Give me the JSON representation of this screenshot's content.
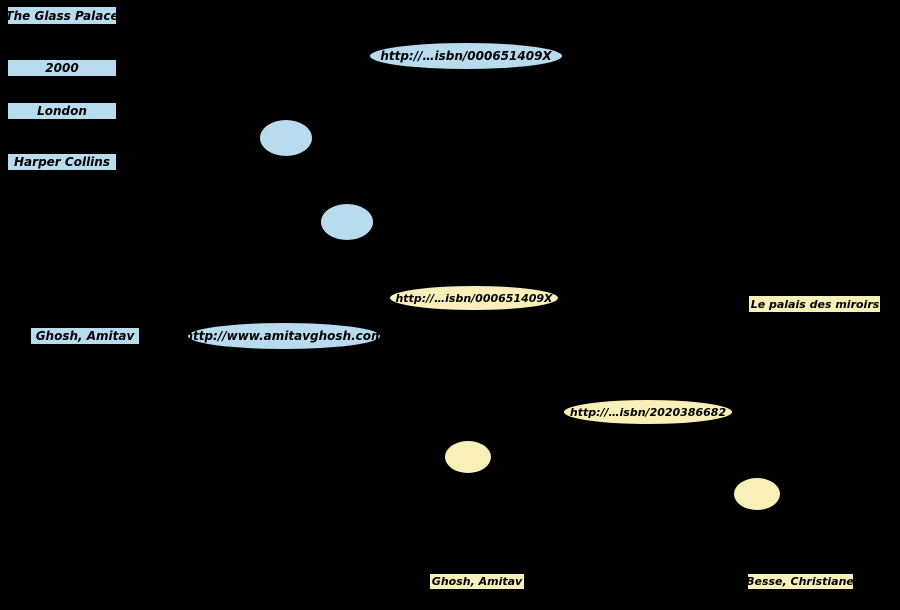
{
  "colors": {
    "background": "#000000",
    "blue": "#b8dcee",
    "yellow": "#f8f0b8",
    "text": "#000000"
  },
  "literals": {
    "title": "The Glass Palace",
    "year": "2000",
    "city": "London",
    "publisher": "Harper Collins",
    "author": "Ghosh, Amitav",
    "fr_title": "Le palais des miroirs",
    "fr_author": "Ghosh, Amitav",
    "translator": "Besse, Christiane"
  },
  "uris": {
    "book_en": "http://…isbn/000651409X",
    "homepage": "http://www.amitavghosh.com",
    "book_en_fr": "http://…isbn/000651409X",
    "book_fr": "http://…isbn/2020386682"
  }
}
